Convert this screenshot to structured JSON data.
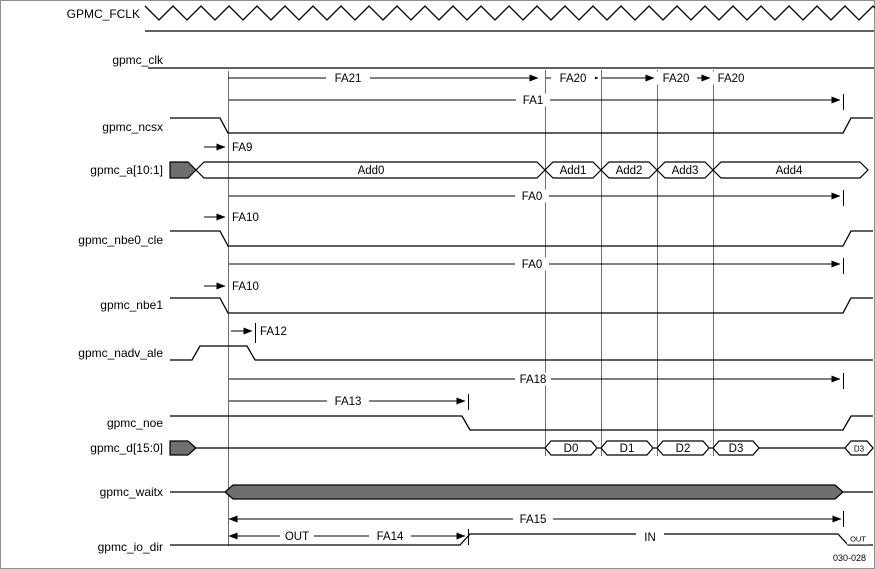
{
  "figure": {
    "code": "030-028"
  },
  "signals": {
    "fclk": "GPMC_FCLK",
    "clk": "gpmc_clk",
    "ncsx": "gpmc_ncsx",
    "addr": "gpmc_a[10:1]",
    "nbe0_cle": "gpmc_nbe0_cle",
    "nbe1": "gpmc_nbe1",
    "nadv_ale": "gpmc_nadv_ale",
    "noe": "gpmc_noe",
    "data": "gpmc_d[15:0]",
    "waitx": "gpmc_waitx",
    "io_dir": "gpmc_io_dir"
  },
  "timing_labels": {
    "fa21": "FA21",
    "fa20_1": "FA20",
    "fa20_2": "FA20",
    "fa20_3": "FA20",
    "fa1": "FA1",
    "fa9": "FA9",
    "fa0_1": "FA0",
    "fa10_1": "FA10",
    "fa0_2": "FA0",
    "fa10_2": "FA10",
    "fa12": "FA12",
    "fa18": "FA18",
    "fa13": "FA13",
    "fa15": "FA15",
    "fa14": "FA14"
  },
  "bus_values": {
    "addr": [
      "Add0",
      "Add1",
      "Add2",
      "Add3",
      "Add4"
    ],
    "data": [
      "D0",
      "D1",
      "D2",
      "D3",
      "D3"
    ],
    "io_dir": [
      "OUT",
      "IN",
      "OUT"
    ]
  },
  "colors": {
    "unknown_fill": "#6f6f6f",
    "line": "#000000",
    "border": "#909090"
  }
}
